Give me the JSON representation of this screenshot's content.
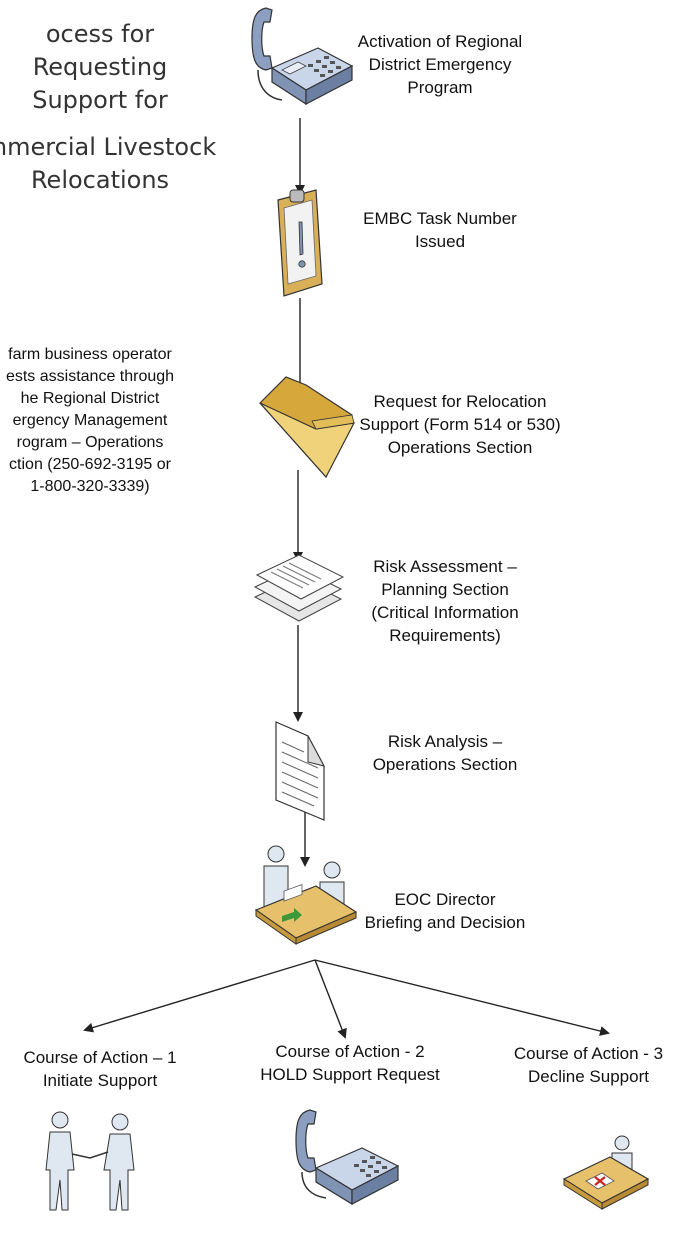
{
  "title": {
    "lines": [
      "ocess for Requesting",
      "Support for",
      "mmercial Livestock",
      "Relocations"
    ]
  },
  "side_note": {
    "lines": [
      "farm business operator",
      "ests assistance through",
      "he Regional District",
      "ergency Management",
      "rogram – Operations",
      "ction (250-692-3195 or",
      "1-800-320-3339)"
    ]
  },
  "steps": [
    {
      "icon": "telephone-icon",
      "lines": [
        "Activation of Regional",
        "District Emergency",
        "Program"
      ]
    },
    {
      "icon": "clipboard-alert-icon",
      "lines": [
        "EMBC Task Number",
        "Issued"
      ]
    },
    {
      "icon": "folder-icon",
      "lines": [
        "Request for Relocation",
        "Support (Form 514 or 530)",
        "Operations Section"
      ]
    },
    {
      "icon": "document-stack-icon",
      "lines": [
        "Risk Assessment –",
        "Planning Section",
        "(Critical Information",
        "Requirements)"
      ]
    },
    {
      "icon": "document-icon",
      "lines": [
        "Risk Analysis –",
        "Operations Section"
      ]
    },
    {
      "icon": "meeting-desk-icon",
      "lines": [
        "EOC Director",
        "Briefing and Decision"
      ]
    }
  ],
  "courses": [
    {
      "icon": "handshake-people-icon",
      "lines": [
        "Course of Action – 1",
        "Initiate Support"
      ]
    },
    {
      "icon": "telephone-icon",
      "lines": [
        "Course of Action - 2",
        "HOLD Support Request"
      ]
    },
    {
      "icon": "decline-desk-icon",
      "lines": [
        "Course of Action - 3",
        "Decline Support"
      ]
    }
  ],
  "colors": {
    "line": "#222222",
    "device_body": "#7f93b5",
    "device_light": "#c9d6ea",
    "folder": "#e8c45a",
    "desk": "#d9b057",
    "accent_green": "#3a9a3a",
    "accent_red": "#cc2222"
  }
}
